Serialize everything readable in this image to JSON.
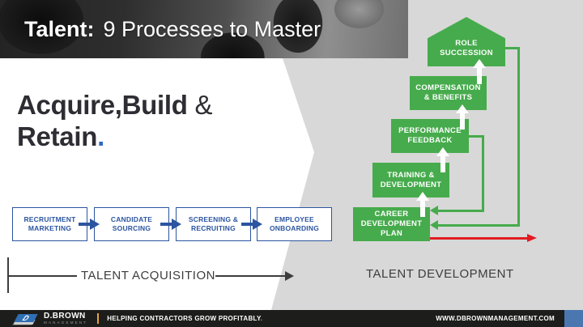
{
  "banner": {
    "title_bold": "Talent:",
    "title_rest": "9 Processes to Master"
  },
  "headline": {
    "word1": "Acquire",
    "comma": ",",
    "word2": "Build",
    "ampersand": "&",
    "word3": "Retain",
    "period": "."
  },
  "acquisition": {
    "label": "TALENT ACQUISITION",
    "boxes": [
      {
        "line1": "RECRUITMENT",
        "line2": "MARKETING"
      },
      {
        "line1": "CANDIDATE",
        "line2": "SOURCING"
      },
      {
        "line1": "SCREENING &",
        "line2": "RECRUITING"
      },
      {
        "line1": "EMPLOYEE",
        "line2": "ONBOARDING"
      }
    ]
  },
  "development": {
    "label": "TALENT DEVELOPMENT",
    "boxes": {
      "career": {
        "line1": "CAREER",
        "line2": "DEVELOPMENT",
        "line3": "PLAN"
      },
      "training": {
        "line1": "TRAINING &",
        "line2": "DEVELOPMENT"
      },
      "performance": {
        "line1": "PERFORMANCE",
        "line2": "FEEDBACK"
      },
      "compensation": {
        "line1": "COMPENSATION",
        "line2": "& BENEFITS"
      },
      "role": {
        "line1": "ROLE",
        "line2": "SUCCESSION"
      }
    }
  },
  "footer": {
    "brand": "D.BROWN",
    "brand_sub": "MANAGEMENT",
    "logo_letter": "D",
    "tagline": "HELPING CONTRACTORS GROW PROFITABLY",
    "tagline_period": ".",
    "url": "WWW.DBROWNMANAGEMENT.COM"
  },
  "colors": {
    "green": "#46ab4c",
    "process_blue": "#2b55a0",
    "headline_period_blue": "#2e6bc4",
    "red_arrow": "#e11b22",
    "gray_panel": "#d8d8d8",
    "footer_bg": "#1d1d1b",
    "gold": "#e8a33d",
    "footer_blue_block": "#4a77b0",
    "axis_gray": "#3d3d3d"
  }
}
